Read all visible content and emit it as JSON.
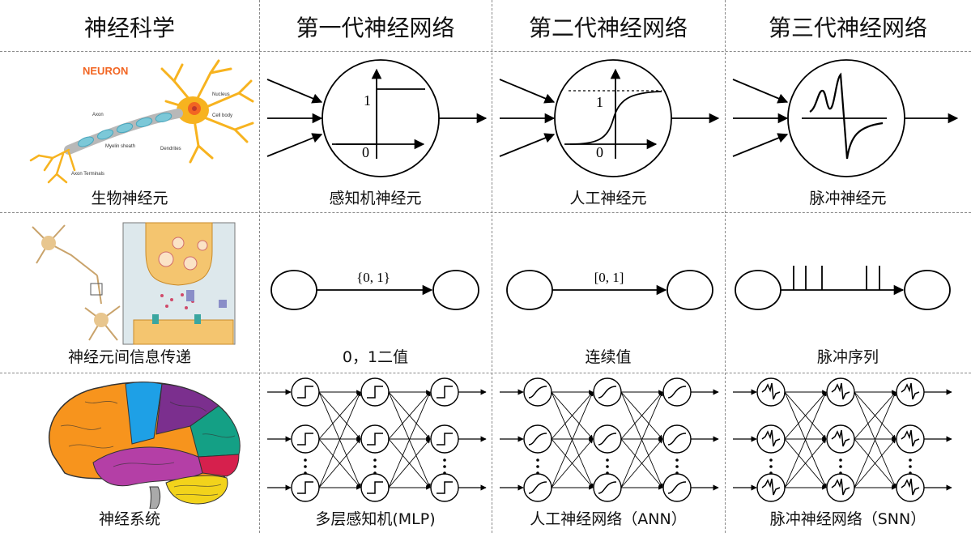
{
  "columns": [
    {
      "header": "神经科学"
    },
    {
      "header": "第一代神经网络"
    },
    {
      "header": "第二代神经网络"
    },
    {
      "header": "第三代神经网络"
    }
  ],
  "row1": {
    "captions": [
      "生物神经元",
      "感知机神经元",
      "人工神经元",
      "脉冲神经元"
    ],
    "neuron_title": "NEURON",
    "neuron_labels": {
      "axon": "Axon",
      "nucleus": "Nucleus",
      "cell_body": "Cell body",
      "myelin": "Myelin sheath",
      "dendrites": "Dendrites",
      "terminals": "Axon Terminals"
    },
    "perceptron_one": "1",
    "perceptron_zero": "0",
    "sigmoid_one": "1",
    "sigmoid_zero": "0"
  },
  "row2": {
    "captions": [
      "神经元间信息传递",
      "0，1二值",
      "连续值",
      "脉冲序列"
    ],
    "edge_binary": "{0, 1}",
    "edge_continuous": "[0, 1]"
  },
  "row3": {
    "captions": [
      "神经系统",
      "多层感知机(MLP)",
      "人工神经网络（ANN）",
      "脉冲神经网络（SNN）"
    ]
  },
  "colors": {
    "brain_frontal": "#f7941d",
    "brain_blue": "#1ea0e6",
    "brain_purple": "#7b2f8e",
    "brain_teal": "#14a085",
    "brain_red": "#d6204d",
    "brain_temporal": "#b43fa6",
    "brain_cerebellum": "#f2d31b",
    "neuron_yellow": "#f7b31f",
    "myelin_blue": "#7cc8d8",
    "neuron_title": "#f26522"
  }
}
